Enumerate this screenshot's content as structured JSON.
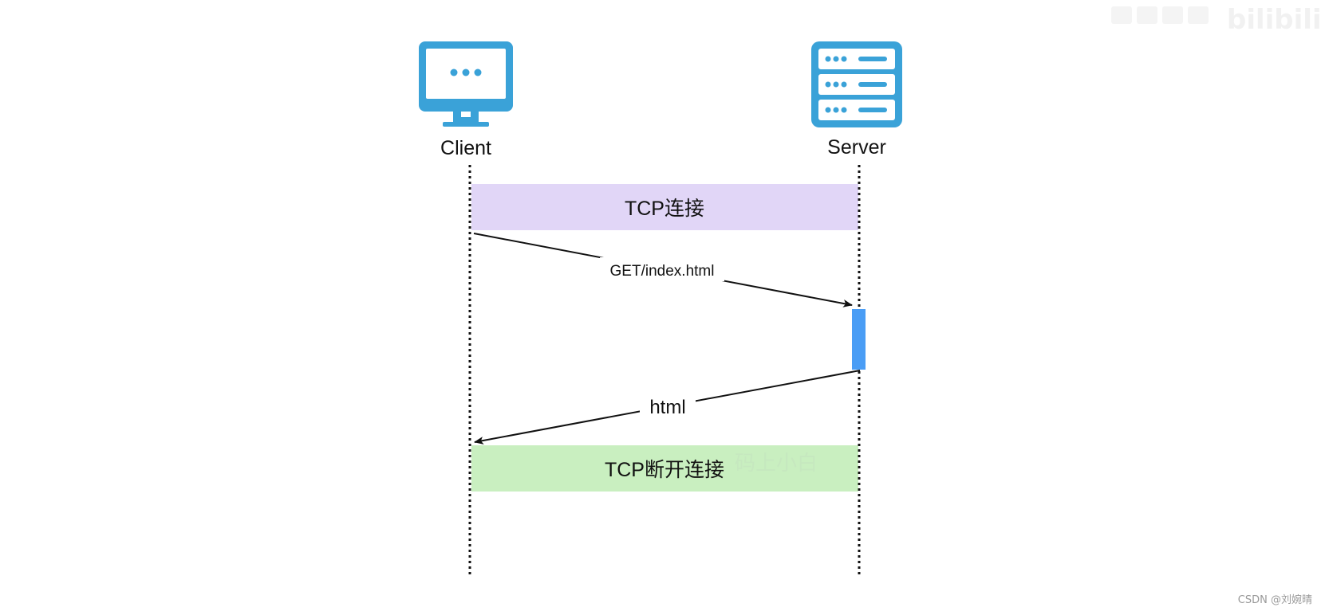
{
  "participants": {
    "client": {
      "label": "Client",
      "icon": "monitor-icon"
    },
    "server": {
      "label": "Server",
      "icon": "server-rack-icon"
    }
  },
  "phases": {
    "connect": {
      "label": "TCP连接",
      "color": "#e1d6f7"
    },
    "disconnect": {
      "label": "TCP断开连接",
      "color": "#c9efc0"
    }
  },
  "messages": {
    "request": {
      "label": "GET/index.html",
      "from": "Client",
      "to": "Server"
    },
    "response": {
      "label": "html",
      "from": "Server",
      "to": "Client"
    }
  },
  "activation_color": "#4a9df5",
  "icon_color": "#3aa2d8",
  "watermarks": {
    "center": "码上小白",
    "top_right": "bilibili"
  },
  "credit": "CSDN @刘婉晴"
}
